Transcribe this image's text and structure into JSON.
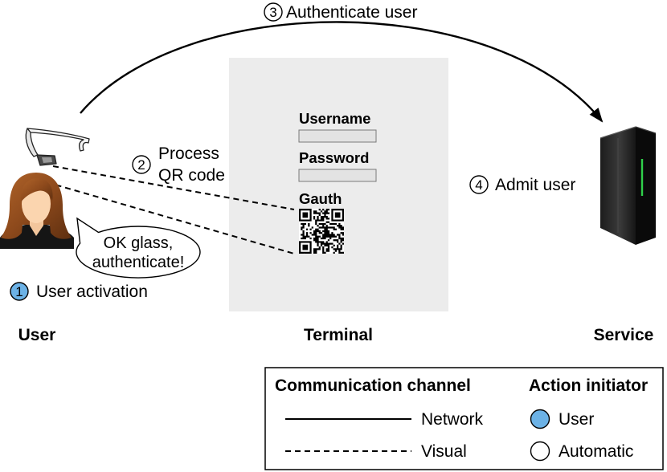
{
  "steps": {
    "activation": {
      "number": "1",
      "label": "User activation",
      "initiator": "user"
    },
    "process_qr": {
      "number": "2",
      "label_lines": [
        "Process",
        "QR code"
      ],
      "initiator": "automatic"
    },
    "authenticate": {
      "number": "3",
      "label": "Authenticate user",
      "initiator": "automatic"
    },
    "admit": {
      "number": "4",
      "label": "Admit user",
      "initiator": "automatic"
    }
  },
  "entities": {
    "user": "User",
    "terminal": "Terminal",
    "service": "Service"
  },
  "speech_bubble": {
    "lines": [
      "OK glass,",
      "authenticate!"
    ]
  },
  "terminal_screen": {
    "username_label": "Username",
    "password_label": "Password",
    "qr_label": "Gauth"
  },
  "legend": {
    "channel_title": "Communication channel",
    "initiator_title": "Action initiator",
    "channels": {
      "network": "Network",
      "visual": "Visual"
    },
    "initiators": {
      "user": "User",
      "automatic": "Automatic"
    }
  },
  "icons": {
    "user": "user-avatar-icon",
    "glasses": "google-glass-icon",
    "terminal_code": "qr-code-icon",
    "service": "server-icon"
  },
  "colors": {
    "user_initiator": "#6cb2e6",
    "automatic_initiator": "#ffffff",
    "terminal_background": "#ececec"
  }
}
